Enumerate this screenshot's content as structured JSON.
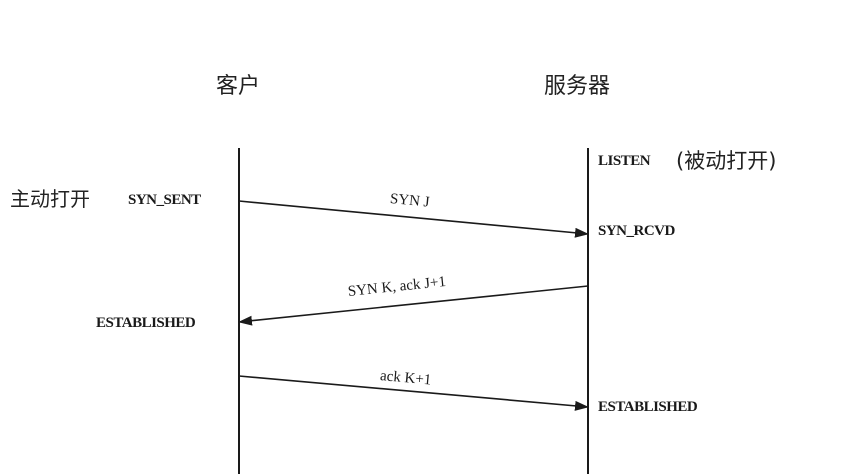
{
  "headers": {
    "client": "客户",
    "server": "服务器"
  },
  "client_side": {
    "active_open_note": "主动打开",
    "state_syn_sent": "SYN_SENT",
    "state_established": "ESTABLISHED"
  },
  "server_side": {
    "state_listen": "LISTEN",
    "passive_open_note": "(被动打开)",
    "state_syn_rcvd": "SYN_RCVD",
    "state_established": "ESTABLISHED"
  },
  "messages": {
    "m1": "SYN J",
    "m2": "SYN K, ack J+1",
    "m3": "ack K+1"
  },
  "colors": {
    "line": "#1a1a1a",
    "text": "#1a1a1a"
  }
}
